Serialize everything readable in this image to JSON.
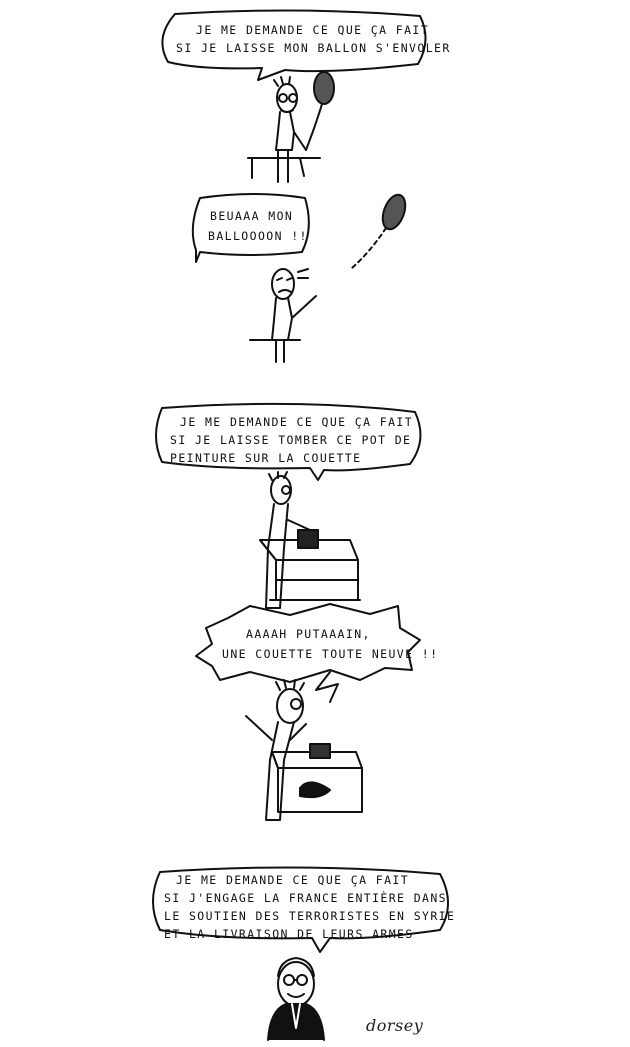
{
  "panels": [
    {
      "id": "balloon",
      "bubble": [
        "je me demande ce que ça fait",
        "si je laisse mon ballon s'envoler"
      ]
    },
    {
      "id": "balloon-after",
      "bubble": [
        "beuaaa mon",
        "balloooon !!"
      ]
    },
    {
      "id": "paint",
      "bubble": [
        "je me demande ce que ça fait",
        "si je laisse tomber ce pot de",
        "peinture sur la couette"
      ]
    },
    {
      "id": "paint-after",
      "bubble": [
        "aaaah putaaain,",
        "une couette toute neuve !!"
      ]
    },
    {
      "id": "hollande",
      "bubble": [
        "je me demande ce que ça fait",
        "si j'engage la france entière dans",
        "le soutien des terroristes en syrie",
        "et la livraison de leurs armes"
      ]
    }
  ],
  "signature": "dorsey"
}
